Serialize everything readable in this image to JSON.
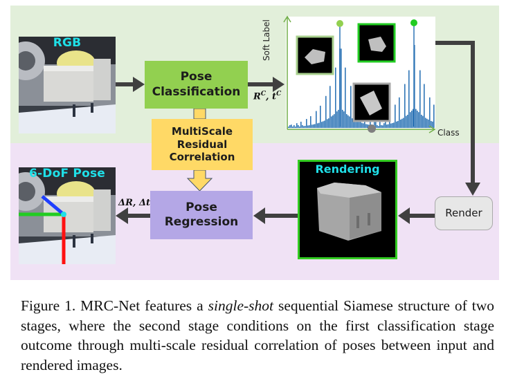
{
  "figure": {
    "stages": {
      "top_band_color": "#e2efda",
      "bottom_band_color": "#f0e2f5"
    },
    "input_image": {
      "label": "RGB",
      "label_color": "#1fe0e8"
    },
    "pose_classification": {
      "line1": "Pose",
      "line2": "Classification",
      "color": "#92d050"
    },
    "classification_output": {
      "label": "R",
      "sup1": "C",
      "sep": ", ",
      "label2": "t",
      "sup2": "C"
    },
    "multiscale": {
      "line1": "MultiScale",
      "line2": "Residual",
      "line3": "Correlation",
      "color": "#ffd966"
    },
    "soft_label_chart": {
      "y_axis_label": "Soft Label",
      "x_axis_label": "Class",
      "bar_color": "#2e75b6",
      "axis_color": "#70ad47",
      "markers": [
        {
          "name": "light-green-peak",
          "color": "#92d050"
        },
        {
          "name": "bright-green-peak",
          "color": "#22cc22"
        },
        {
          "name": "gray-min",
          "color": "#7f7f7f"
        }
      ],
      "thumbnails": [
        {
          "name": "thumbnail-left",
          "border": "#92d050"
        },
        {
          "name": "thumbnail-right-selected",
          "border": "#22cc22"
        },
        {
          "name": "thumbnail-bottom",
          "border": "#a6a6a6"
        }
      ]
    },
    "render": {
      "label": "Render"
    },
    "rendering_image": {
      "label": "Rendering",
      "label_color": "#1fe0e8",
      "border": "#33cc22"
    },
    "pose_regression": {
      "line1": "Pose",
      "line2": "Regression",
      "color": "#b4a7e6"
    },
    "regression_output": {
      "label": "ΔR, Δt"
    },
    "output_image": {
      "label": "6-DoF Pose",
      "label_color": "#1fe0e8",
      "axes": {
        "x": "#22cc22",
        "y": "#ff1111",
        "z": "#1f3fff",
        "origin": "#1fe0e8"
      }
    }
  },
  "caption": {
    "prefix": "Figure 1.  MRC-Net features a ",
    "emphasis": "single-shot",
    "suffix": " sequential Siamese structure of two stages, where the second stage conditions on the first classification stage outcome through multi-scale residual correlation of poses between input and rendered images."
  }
}
